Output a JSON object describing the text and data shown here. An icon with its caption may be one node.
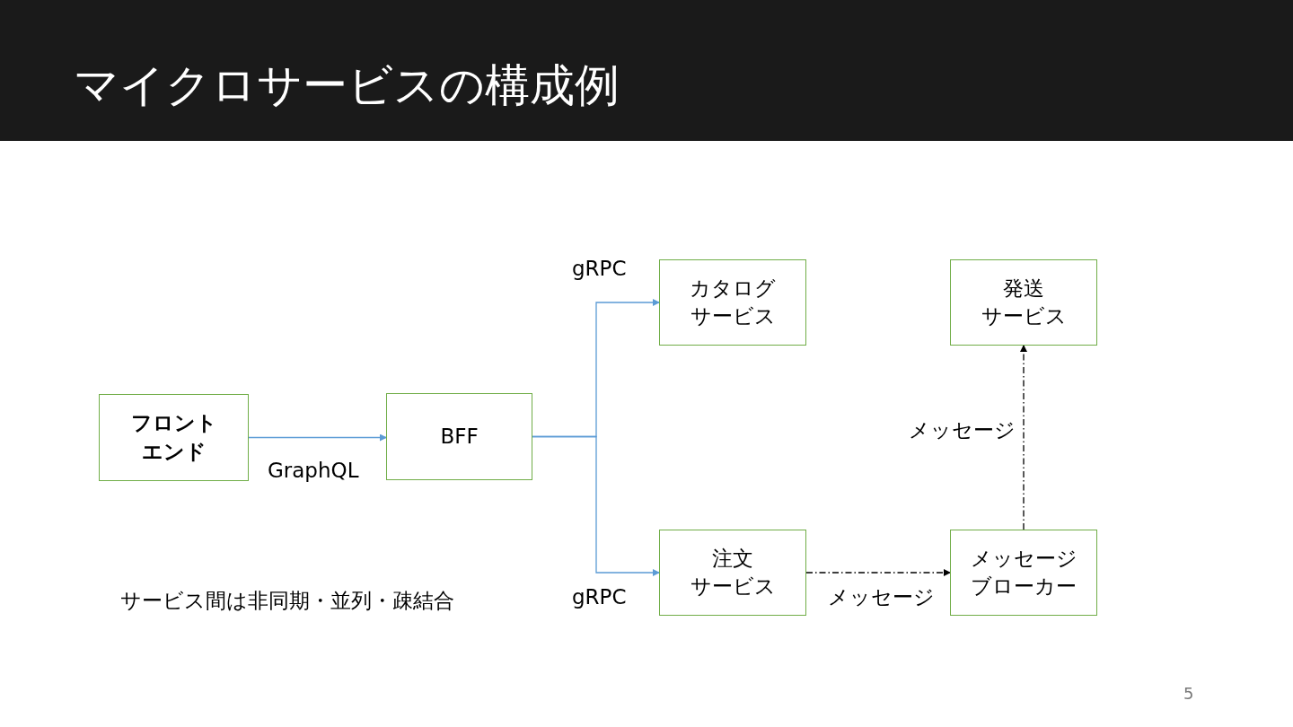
{
  "diagram": {
    "title": "マイクロサービスの構成例",
    "nodes": [
      {
        "text": [
          "フロントエンド"
        ]
      },
      {
        "text": [
          "BFF"
        ]
      },
      {
        "text": [
          "カタログサービス"
        ]
      },
      {
        "text": [
          "発送サービス"
        ]
      },
      {
        "text": [
          "注文サービス"
        ]
      },
      {
        "text": [
          "メッセージブローカー"
        ]
      }
    ],
    "edges": [
      {
        "from": 0,
        "to": 1,
        "arrow": "to",
        "label": "GraphQL"
      },
      {
        "from": 1,
        "to": 2,
        "arrow": "to",
        "label": "gRPC"
      },
      {
        "from": 1,
        "to": 4,
        "arrow": "to",
        "label": "gRPC"
      },
      {
        "from": 4,
        "to": 5,
        "arrow": "to",
        "label": "メッセージ",
        "style": "dashed",
        "color": "#000000"
      },
      {
        "from": 5,
        "to": 3,
        "arrow": "to",
        "label": "メッセージ",
        "style": "dashed",
        "color": "#000000"
      }
    ],
    "labels": [
      "サービス間は非同期・並列・疎結合",
      "5"
    ]
  }
}
